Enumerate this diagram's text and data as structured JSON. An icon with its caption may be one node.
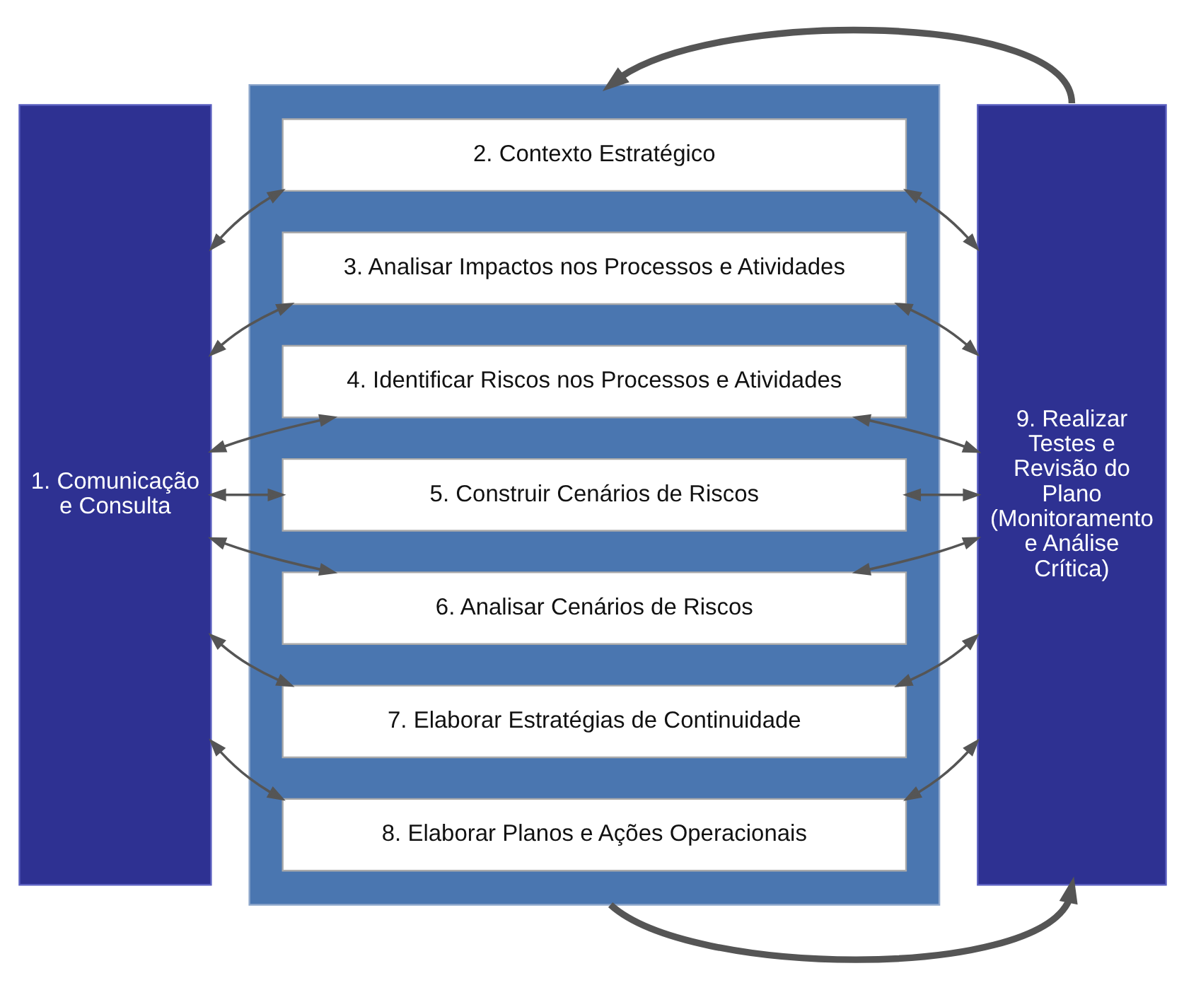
{
  "diagram": {
    "nodes": [
      {
        "text": [
          "1. Comunicação e Consulta"
        ]
      },
      {
        "text": [],
        "shape": "box"
      },
      {
        "text": [
          "2. Contexto Estratégico"
        ],
        "in": 1
      },
      {
        "text": [
          "3. Analisar Impactos nos Processos e Atividades"
        ],
        "in": 1
      },
      {
        "text": [
          "4. Identificar Riscos nos Processos e Atividades"
        ],
        "in": 1
      },
      {
        "text": [
          "5. Construir Cenários de Riscos"
        ],
        "in": 1
      },
      {
        "text": [
          "6. Analisar Cenários de Riscos"
        ],
        "in": 1
      },
      {
        "text": [
          "7. Elaborar Estratégias de Continuidade"
        ],
        "in": 1
      },
      {
        "text": [
          "8. Elaborar Planos e Ações Operacionais"
        ],
        "in": 1
      },
      {
        "text": [
          "9. Realizar Testes e Revisão do Plano (Monitoramento e Análise Crítica)"
        ]
      }
    ],
    "edges": [
      {
        "from": 0,
        "to": 2,
        "arrow": "both"
      },
      {
        "from": 0,
        "to": 3,
        "arrow": "both"
      },
      {
        "from": 0,
        "to": 4,
        "arrow": "both"
      },
      {
        "from": 0,
        "to": 5,
        "arrow": "both"
      },
      {
        "from": 0,
        "to": 6,
        "arrow": "both"
      },
      {
        "from": 0,
        "to": 7,
        "arrow": "both"
      },
      {
        "from": 0,
        "to": 8,
        "arrow": "both"
      },
      {
        "from": 2,
        "to": 9,
        "arrow": "both"
      },
      {
        "from": 3,
        "to": 9,
        "arrow": "both"
      },
      {
        "from": 4,
        "to": 9,
        "arrow": "both"
      },
      {
        "from": 5,
        "to": 9,
        "arrow": "both"
      },
      {
        "from": 6,
        "to": 9,
        "arrow": "both"
      },
      {
        "from": 7,
        "to": 9,
        "arrow": "both"
      },
      {
        "from": 8,
        "to": 9,
        "arrow": "both"
      },
      {
        "from": 1,
        "to": 9,
        "arrow": "to",
        "style": "thick"
      },
      {
        "from": 9,
        "to": 1,
        "arrow": "to",
        "style": "thick"
      }
    ]
  }
}
